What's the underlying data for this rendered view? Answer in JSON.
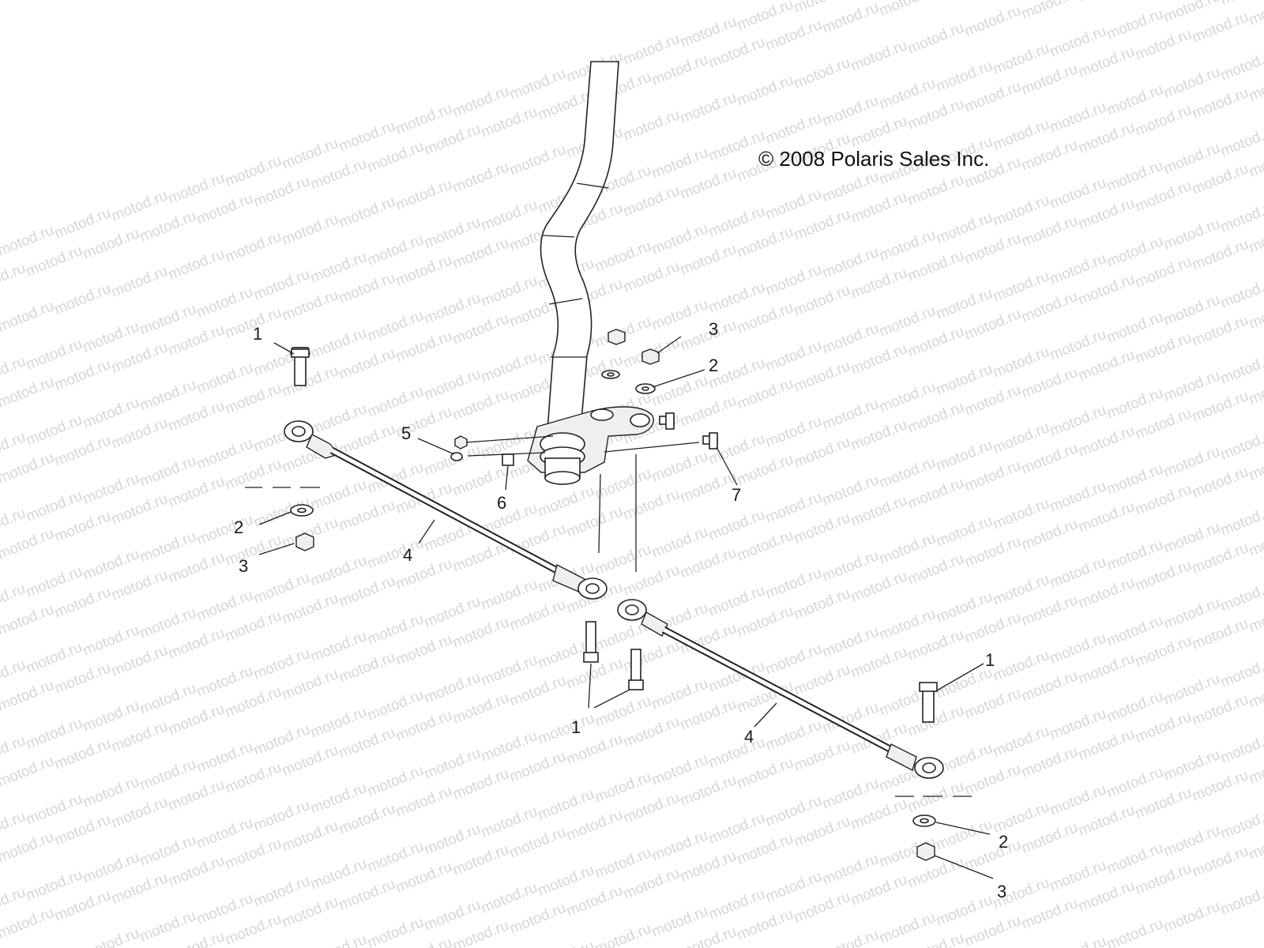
{
  "watermark_text": "motod.ru",
  "copyright": "© 2008 Polaris Sales Inc.",
  "callouts": [
    {
      "id": "c1a",
      "label": "1"
    },
    {
      "id": "c1b",
      "label": "1"
    },
    {
      "id": "c1c",
      "label": "1"
    },
    {
      "id": "c2a",
      "label": "2"
    },
    {
      "id": "c2b",
      "label": "2"
    },
    {
      "id": "c2c",
      "label": "2"
    },
    {
      "id": "c3a",
      "label": "3"
    },
    {
      "id": "c3b",
      "label": "3"
    },
    {
      "id": "c3c",
      "label": "3"
    },
    {
      "id": "c4a",
      "label": "4"
    },
    {
      "id": "c4b",
      "label": "4"
    },
    {
      "id": "c5",
      "label": "5"
    },
    {
      "id": "c6",
      "label": "6"
    },
    {
      "id": "c7",
      "label": "7"
    }
  ],
  "colors": {
    "background": "#ffffff",
    "line": "#222222",
    "watermark": "#d6d6d6"
  }
}
